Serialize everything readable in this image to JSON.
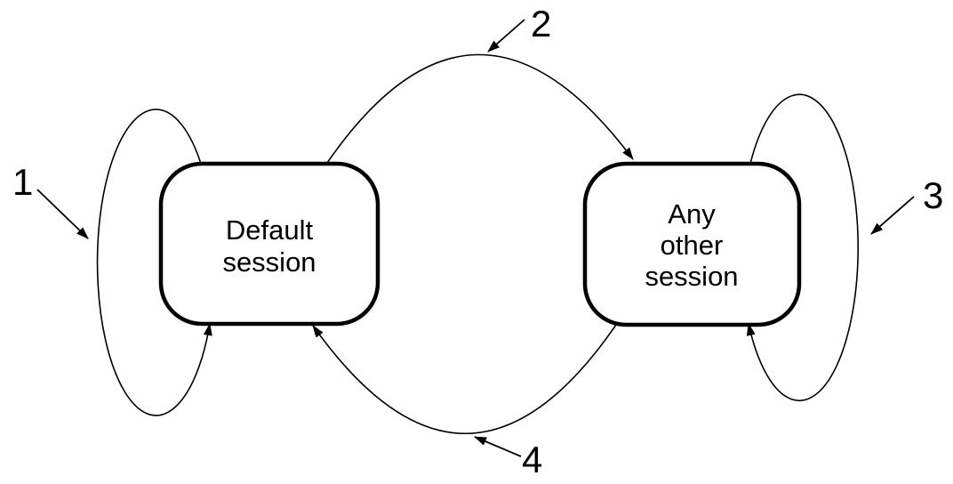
{
  "diagram": {
    "type": "state-transition-diagram",
    "background_color": "#ffffff",
    "stroke_color": "#000000",
    "states": [
      {
        "id": "default-session",
        "lines": [
          "Default",
          "session"
        ]
      },
      {
        "id": "any-other-session",
        "lines": [
          "Any",
          "other",
          "session"
        ]
      }
    ],
    "transition_labels": [
      "1",
      "2",
      "3",
      "4"
    ],
    "transitions": [
      {
        "label": "1",
        "kind": "self-loop",
        "state": "default-session"
      },
      {
        "label": "2",
        "kind": "arc",
        "from": "default-session",
        "to": "any-other-session"
      },
      {
        "label": "3",
        "kind": "self-loop",
        "state": "any-other-session"
      },
      {
        "label": "4",
        "kind": "arc",
        "from": "any-other-session",
        "to": "default-session"
      }
    ]
  }
}
